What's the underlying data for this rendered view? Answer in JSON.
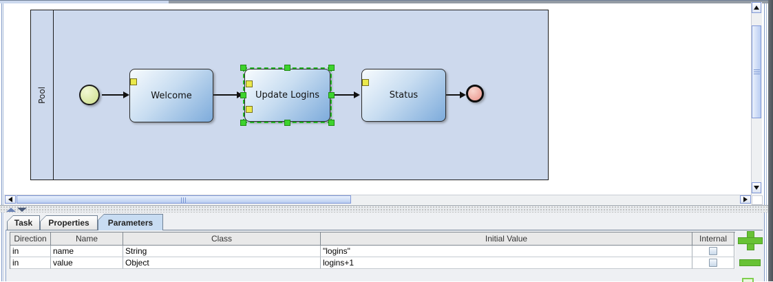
{
  "canvas": {
    "pool_label": "Pool",
    "nodes": {
      "task_welcome": "Welcome",
      "task_update_logins": "Update Logins",
      "task_status": "Status"
    },
    "icons": {
      "start_event": "start-event-circle",
      "end_event": "end-event-circle",
      "task_marker": "yellow-task-marker",
      "selection_handle": "green-selection-handle"
    }
  },
  "panel": {
    "tabs": [
      {
        "label": "Task",
        "selected": false
      },
      {
        "label": "Properties",
        "selected": false
      },
      {
        "label": "Parameters",
        "selected": true
      }
    ],
    "table": {
      "columns": [
        "Direction",
        "Name",
        "Class",
        "Initial Value",
        "Internal"
      ],
      "rows": [
        {
          "direction": "in",
          "name": "name",
          "class": "String",
          "initial_value": "\"logins\"",
          "internal_checked": false
        },
        {
          "direction": "in",
          "name": "value",
          "class": "Object",
          "initial_value": "logins+1",
          "internal_checked": false
        }
      ]
    },
    "actions": {
      "add_icon": "plus",
      "remove_icon": "minus"
    }
  },
  "colors": {
    "pool_fill": "#cdd9ed",
    "task_gradient_end": "#7dabdb",
    "selection_green": "#22b422",
    "handle_green": "#3ed32e",
    "marker_yellow": "#eae94c",
    "start_event_fill": "#ccdf8a",
    "end_event_fill": "#ea9289",
    "action_green": "#68c235",
    "selected_tab": "#c8dcf2"
  }
}
